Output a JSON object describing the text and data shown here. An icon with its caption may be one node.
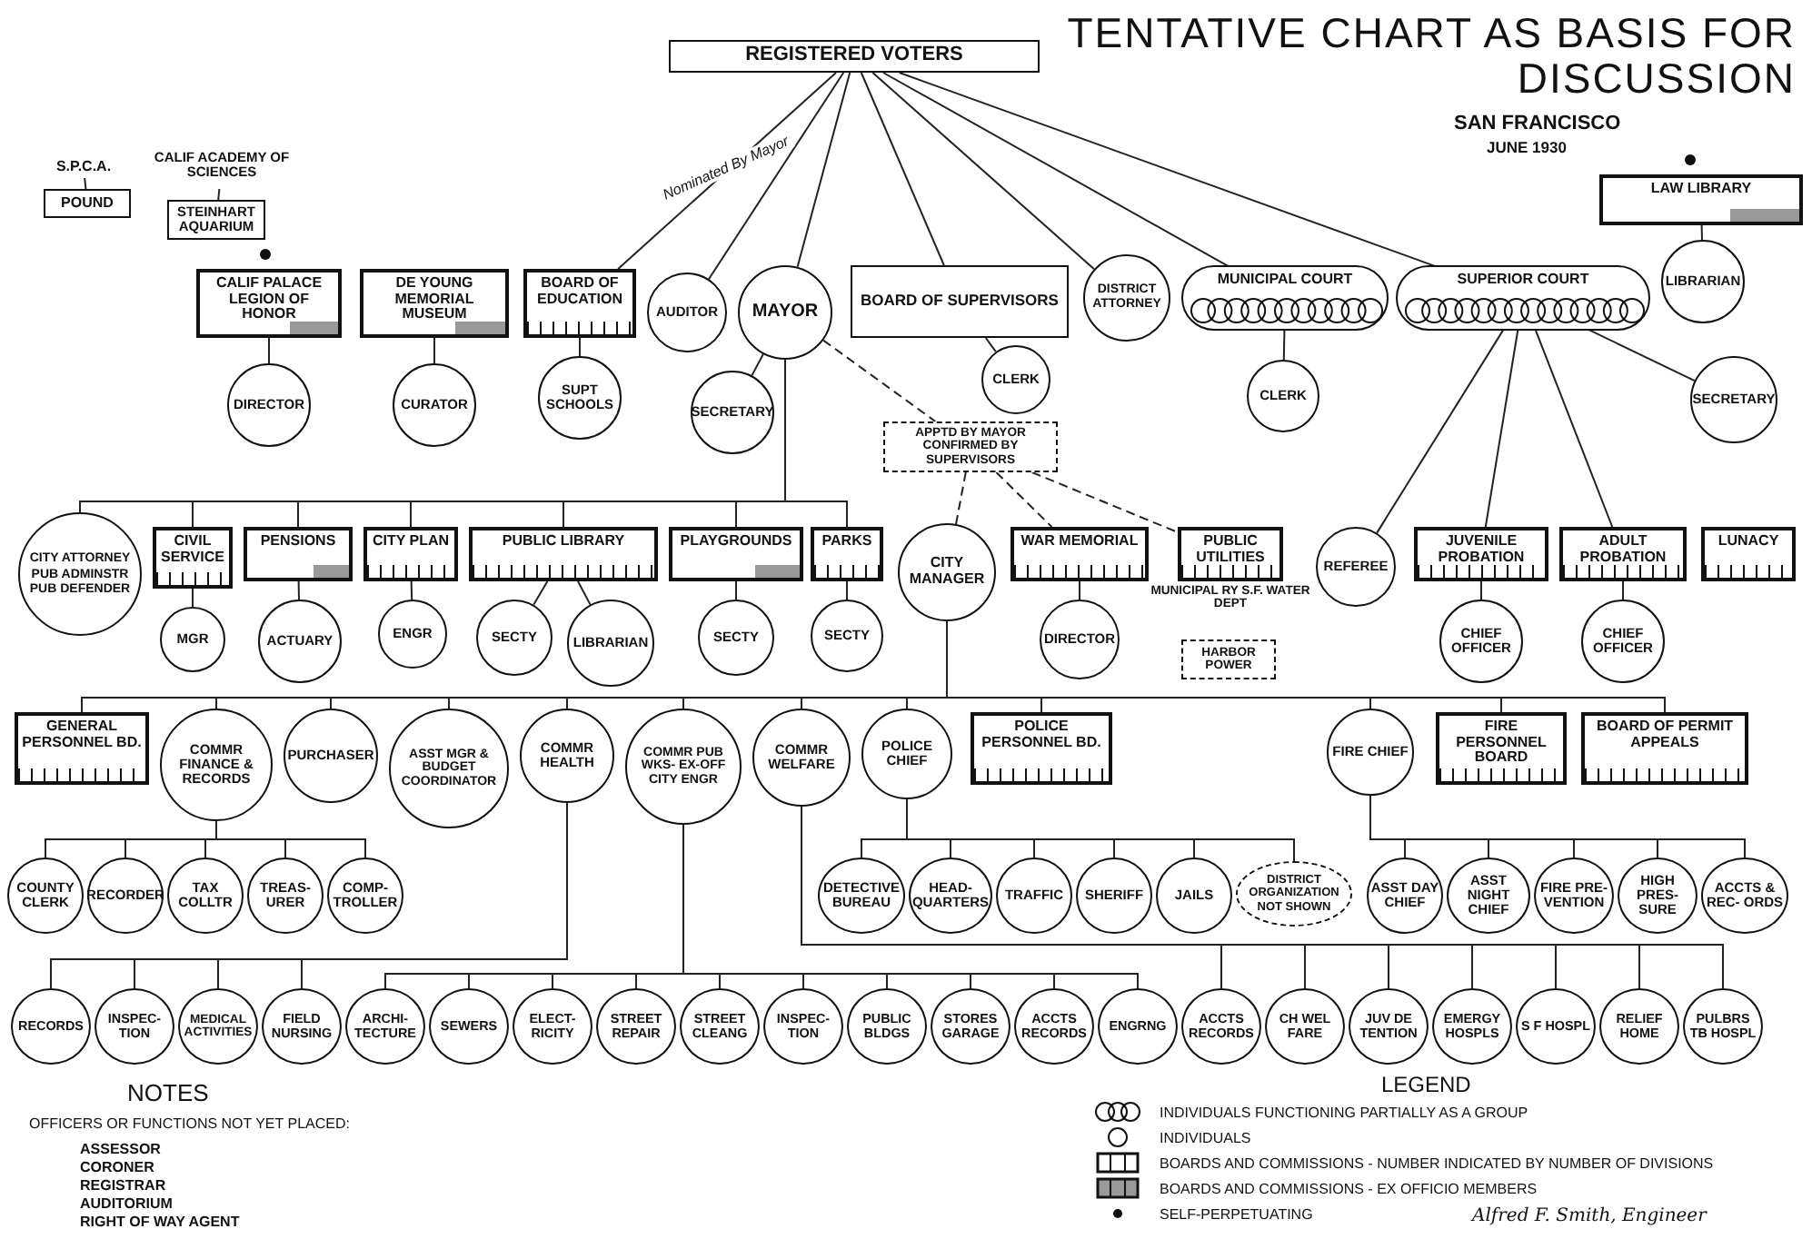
{
  "diagram": {
    "title": "TENTATIVE CHART AS BASIS FOR DISCUSSION",
    "nodes": [
      {
        "text": [
          "REGISTERED VOTERS"
        ]
      },
      {
        "text": [
          "S.P.C.A."
        ]
      },
      {
        "text": [
          "POUND"
        ]
      },
      {
        "text": [
          "CALIF ACADEMY OF SCIENCES"
        ]
      },
      {
        "text": [
          "STEINHART AQUARIUM"
        ]
      },
      {
        "text": [
          "CALIF PALACE LEGION OF HONOR"
        ]
      },
      {
        "text": [
          "DIRECTOR"
        ]
      },
      {
        "text": [
          "DE YOUNG MEMORIAL MUSEUM"
        ]
      },
      {
        "text": [
          "CURATOR"
        ]
      },
      {
        "text": [
          "BOARD OF EDUCATION"
        ]
      },
      {
        "text": [
          "SUPT SCHOOLS"
        ]
      },
      {
        "text": [
          "AUDITOR"
        ]
      },
      {
        "text": [
          "MAYOR"
        ]
      },
      {
        "text": [
          "SECRETARY"
        ]
      },
      {
        "text": [
          "BOARD OF SUPERVISORS"
        ]
      },
      {
        "text": [
          "CLERK"
        ]
      },
      {
        "text": [
          "APPTD BY MAYOR CONFIRMED BY SUPERVISORS"
        ]
      },
      {
        "text": [
          "DISTRICT ATTORNEY"
        ]
      },
      {
        "text": [
          "MUNICIPAL COURT"
        ]
      },
      {
        "text": [
          "CLERK"
        ]
      },
      {
        "text": [
          "SUPERIOR COURT"
        ]
      },
      {
        "text": [
          "SECRETARY"
        ]
      },
      {
        "text": [
          "LAW LIBRARY"
        ]
      },
      {
        "text": [
          "LIBRARIAN"
        ]
      },
      {
        "text": [
          "CITY ATTORNEY",
          "PUB ADMINSTR PUB DEFENDER"
        ]
      },
      {
        "text": [
          "CIVIL SERVICE"
        ]
      },
      {
        "text": [
          "MGR"
        ]
      },
      {
        "text": [
          "PENSIONS"
        ]
      },
      {
        "text": [
          "ACTUARY"
        ]
      },
      {
        "text": [
          "CITY PLAN"
        ]
      },
      {
        "text": [
          "ENGR"
        ]
      },
      {
        "text": [
          "PUBLIC LIBRARY"
        ]
      },
      {
        "text": [
          "SECTY"
        ]
      },
      {
        "text": [
          "LIBRARIAN"
        ]
      },
      {
        "text": [
          "PLAYGROUNDS"
        ]
      },
      {
        "text": [
          "SECTY"
        ]
      },
      {
        "text": [
          "PARKS"
        ]
      },
      {
        "text": [
          "SECTY"
        ]
      },
      {
        "text": [
          "CITY MANAGER"
        ]
      },
      {
        "text": [
          "WAR MEMORIAL"
        ]
      },
      {
        "text": [
          "DIRECTOR"
        ]
      },
      {
        "text": [
          "PUBLIC UTILITIES"
        ],
        "beside": [
          "MUNICIPAL RY S.F. WATER DEPT"
        ]
      },
      {
        "text": [
          "HARBOR POWER"
        ]
      },
      {
        "text": [
          "REFEREE"
        ]
      },
      {
        "text": [
          "JUVENILE PROBATION"
        ]
      },
      {
        "text": [
          "CHIEF OFFICER"
        ]
      },
      {
        "text": [
          "ADULT PROBATION"
        ]
      },
      {
        "text": [
          "CHIEF OFFICER"
        ]
      },
      {
        "text": [
          "LUNACY"
        ]
      },
      {
        "text": [
          "GENERAL PERSONNEL BD."
        ]
      },
      {
        "text": [
          "COMMR FINANCE & RECORDS"
        ]
      },
      {
        "text": [
          "PURCHASER"
        ]
      },
      {
        "text": [
          "ASST MGR & BUDGET COORDINATOR"
        ]
      },
      {
        "text": [
          "COMMR HEALTH"
        ]
      },
      {
        "text": [
          "COMMR PUB WKS- EX-OFF CITY ENGR"
        ]
      },
      {
        "text": [
          "COMMR WELFARE"
        ]
      },
      {
        "text": [
          "POLICE CHIEF"
        ]
      },
      {
        "text": [
          "POLICE PERSONNEL BD."
        ]
      },
      {
        "text": [
          "FIRE CHIEF"
        ]
      },
      {
        "text": [
          "FIRE PERSONNEL BOARD"
        ]
      },
      {
        "text": [
          "BOARD OF PERMIT APPEALS"
        ]
      },
      {
        "text": [
          "COUNTY CLERK"
        ]
      },
      {
        "text": [
          "RECORDER"
        ]
      },
      {
        "text": [
          "TAX COLLTR"
        ]
      },
      {
        "text": [
          "TREAS- URER"
        ]
      },
      {
        "text": [
          "COMP- TROLLER"
        ]
      },
      {
        "text": [
          "RECORDS"
        ]
      },
      {
        "text": [
          "INSPEC- TION"
        ]
      },
      {
        "text": [
          "MEDICAL ACTIVITIES"
        ]
      },
      {
        "text": [
          "FIELD NURSING"
        ]
      },
      {
        "text": [
          "ARCHI- TECTURE"
        ]
      },
      {
        "text": [
          "SEWERS"
        ]
      },
      {
        "text": [
          "ELECT- RICITY"
        ]
      },
      {
        "text": [
          "STREET REPAIR"
        ]
      },
      {
        "text": [
          "STREET CLEANG"
        ]
      },
      {
        "text": [
          "INSPEC- TION"
        ]
      },
      {
        "text": [
          "PUBLIC BLDGS"
        ]
      },
      {
        "text": [
          "STORES GARAGE"
        ]
      },
      {
        "text": [
          "ACCTS RECORDS"
        ]
      },
      {
        "text": [
          "ENGRNG"
        ]
      },
      {
        "text": [
          "ACCTS RECORDS"
        ]
      },
      {
        "text": [
          "CH WEL FARE"
        ]
      },
      {
        "text": [
          "JUV DE TENTION"
        ]
      },
      {
        "text": [
          "EMERGY HOSPLS"
        ]
      },
      {
        "text": [
          "S F HOSPL"
        ]
      },
      {
        "text": [
          "RELIEF HOME"
        ]
      },
      {
        "text": [
          "PULBRS TB HOSPL"
        ]
      },
      {
        "text": [
          "DETECTIVE BUREAU"
        ]
      },
      {
        "text": [
          "HEAD- QUARTERS"
        ]
      },
      {
        "text": [
          "TRAFFIC"
        ]
      },
      {
        "text": [
          "SHERIFF"
        ]
      },
      {
        "text": [
          "JAILS"
        ]
      },
      {
        "text": [
          "DISTRICT ORGANIZATION NOT SHOWN"
        ]
      },
      {
        "text": [
          "ASST DAY CHIEF"
        ]
      },
      {
        "text": [
          "ASST NIGHT CHIEF"
        ]
      },
      {
        "text": [
          "FIRE PRE- VENTION"
        ]
      },
      {
        "text": [
          "HIGH PRES- SURE"
        ]
      },
      {
        "text": [
          "ACCTS & REC- ORDS"
        ]
      }
    ],
    "edges": [
      {
        "from": 0,
        "to": 9,
        "arrow": "none",
        "label": "Nominated By Mayor"
      },
      {
        "from": 0,
        "to": 11,
        "arrow": "none"
      },
      {
        "from": 0,
        "to": 12,
        "arrow": "none"
      },
      {
        "from": 0,
        "to": 14,
        "arrow": "none"
      },
      {
        "from": 0,
        "to": 17,
        "arrow": "none"
      },
      {
        "from": 0,
        "to": 18,
        "arrow": "none"
      },
      {
        "from": 0,
        "to": 20,
        "arrow": "none"
      },
      {
        "from": 1,
        "to": 2,
        "arrow": "none"
      },
      {
        "from": 3,
        "to": 4,
        "arrow": "none"
      },
      {
        "from": 5,
        "to": 6,
        "arrow": "none"
      },
      {
        "from": 7,
        "to": 8,
        "arrow": "none"
      },
      {
        "from": 9,
        "to": 10,
        "arrow": "none"
      },
      {
        "from": 12,
        "to": 13,
        "arrow": "none"
      },
      {
        "from": 14,
        "to": 15,
        "arrow": "none"
      },
      {
        "from": 18,
        "to": 19,
        "arrow": "none"
      },
      {
        "from": 20,
        "to": 21,
        "arrow": "none"
      },
      {
        "from": 22,
        "to": 23,
        "arrow": "none"
      },
      {
        "from": 12,
        "to": 24,
        "arrow": "none"
      },
      {
        "from": 12,
        "to": 25,
        "arrow": "none"
      },
      {
        "from": 12,
        "to": 27,
        "arrow": "none"
      },
      {
        "from": 12,
        "to": 29,
        "arrow": "none"
      },
      {
        "from": 12,
        "to": 31,
        "arrow": "none"
      },
      {
        "from": 12,
        "to": 34,
        "arrow": "none"
      },
      {
        "from": 12,
        "to": 36,
        "arrow": "none"
      },
      {
        "from": 12,
        "to": 16,
        "arrow": "none",
        "style": "dashed"
      },
      {
        "from": 16,
        "to": 38,
        "arrow": "none",
        "style": "dashed"
      },
      {
        "from": 16,
        "to": 39,
        "arrow": "none",
        "style": "dashed"
      },
      {
        "from": 16,
        "to": 41,
        "arrow": "none",
        "style": "dashed"
      },
      {
        "from": 25,
        "to": 26,
        "arrow": "none"
      },
      {
        "from": 27,
        "to": 28,
        "arrow": "none"
      },
      {
        "from": 29,
        "to": 30,
        "arrow": "none"
      },
      {
        "from": 31,
        "to": 32,
        "arrow": "none"
      },
      {
        "from": 31,
        "to": 33,
        "arrow": "none"
      },
      {
        "from": 34,
        "to": 35,
        "arrow": "none"
      },
      {
        "from": 36,
        "to": 37,
        "arrow": "none"
      },
      {
        "from": 39,
        "to": 40,
        "arrow": "none"
      },
      {
        "from": 20,
        "to": 43,
        "arrow": "none"
      },
      {
        "from": 20,
        "to": 44,
        "arrow": "none"
      },
      {
        "from": 20,
        "to": 46,
        "arrow": "none"
      },
      {
        "from": 44,
        "to": 45,
        "arrow": "none"
      },
      {
        "from": 46,
        "to": 47,
        "arrow": "none"
      },
      {
        "from": 38,
        "to": 49,
        "arrow": "none"
      },
      {
        "from": 38,
        "to": 50,
        "arrow": "none"
      },
      {
        "from": 38,
        "to": 51,
        "arrow": "none"
      },
      {
        "from": 38,
        "to": 52,
        "arrow": "none"
      },
      {
        "from": 38,
        "to": 53,
        "arrow": "none"
      },
      {
        "from": 38,
        "to": 54,
        "arrow": "none"
      },
      {
        "from": 38,
        "to": 55,
        "arrow": "none"
      },
      {
        "from": 38,
        "to": 56,
        "arrow": "none"
      },
      {
        "from": 38,
        "to": 57,
        "arrow": "none"
      },
      {
        "from": 38,
        "to": 58,
        "arrow": "none"
      },
      {
        "from": 38,
        "to": 59,
        "arrow": "none"
      },
      {
        "from": 38,
        "to": 60,
        "arrow": "none"
      },
      {
        "from": 50,
        "to": 61,
        "arrow": "none"
      },
      {
        "from": 50,
        "to": 62,
        "arrow": "none"
      },
      {
        "from": 50,
        "to": 63,
        "arrow": "none"
      },
      {
        "from": 50,
        "to": 64,
        "arrow": "none"
      },
      {
        "from": 50,
        "to": 65,
        "arrow": "none"
      },
      {
        "from": 53,
        "to": 66,
        "arrow": "none"
      },
      {
        "from": 53,
        "to": 67,
        "arrow": "none"
      },
      {
        "from": 53,
        "to": 68,
        "arrow": "none"
      },
      {
        "from": 53,
        "to": 69,
        "arrow": "none"
      },
      {
        "from": 54,
        "to": 70,
        "arrow": "none"
      },
      {
        "from": 54,
        "to": 71,
        "arrow": "none"
      },
      {
        "from": 54,
        "to": 72,
        "arrow": "none"
      },
      {
        "from": 54,
        "to": 73,
        "arrow": "none"
      },
      {
        "from": 54,
        "to": 74,
        "arrow": "none"
      },
      {
        "from": 54,
        "to": 75,
        "arrow": "none"
      },
      {
        "from": 54,
        "to": 76,
        "arrow": "none"
      },
      {
        "from": 54,
        "to": 77,
        "arrow": "none"
      },
      {
        "from": 54,
        "to": 78,
        "arrow": "none"
      },
      {
        "from": 54,
        "to": 79,
        "arrow": "none"
      },
      {
        "from": 55,
        "to": 80,
        "arrow": "none"
      },
      {
        "from": 55,
        "to": 81,
        "arrow": "none"
      },
      {
        "from": 55,
        "to": 82,
        "arrow": "none"
      },
      {
        "from": 55,
        "to": 83,
        "arrow": "none"
      },
      {
        "from": 55,
        "to": 84,
        "arrow": "none"
      },
      {
        "from": 55,
        "to": 85,
        "arrow": "none"
      },
      {
        "from": 55,
        "to": 86,
        "arrow": "none"
      },
      {
        "from": 56,
        "to": 87,
        "arrow": "none"
      },
      {
        "from": 56,
        "to": 88,
        "arrow": "none"
      },
      {
        "from": 56,
        "to": 89,
        "arrow": "none"
      },
      {
        "from": 56,
        "to": 90,
        "arrow": "none"
      },
      {
        "from": 56,
        "to": 91,
        "arrow": "none"
      },
      {
        "from": 56,
        "to": 92,
        "arrow": "none"
      },
      {
        "from": 58,
        "to": 93,
        "arrow": "none"
      },
      {
        "from": 58,
        "to": 94,
        "arrow": "none"
      },
      {
        "from": 58,
        "to": 95,
        "arrow": "none"
      },
      {
        "from": 58,
        "to": 96,
        "arrow": "none"
      },
      {
        "from": 58,
        "to": 97,
        "arrow": "none"
      }
    ],
    "labels": [
      "SAN FRANCISCO",
      "JUNE 1930",
      "NOTES",
      "OFFICERS OR FUNCTIONS NOT YET PLACED:",
      "ASSESSOR",
      "CORONER",
      "REGISTRAR",
      "AUDITORIUM",
      "RIGHT OF WAY AGENT",
      "LEGEND",
      "Alfred F. Smith, Engineer"
    ],
    "legend": [
      {
        "text": "INDIVIDUALS FUNCTIONING PARTIALLY AS A GROUP"
      },
      {
        "text": "INDIVIDUALS"
      },
      {
        "text": "BOARDS AND COMMISSIONS - NUMBER INDICATED BY NUMBER OF DIVISIONS"
      },
      {
        "text": "BOARDS AND COMMISSIONS - EX OFFICIO MEMBERS"
      },
      {
        "text": "SELF-PERPETUATING"
      }
    ]
  }
}
